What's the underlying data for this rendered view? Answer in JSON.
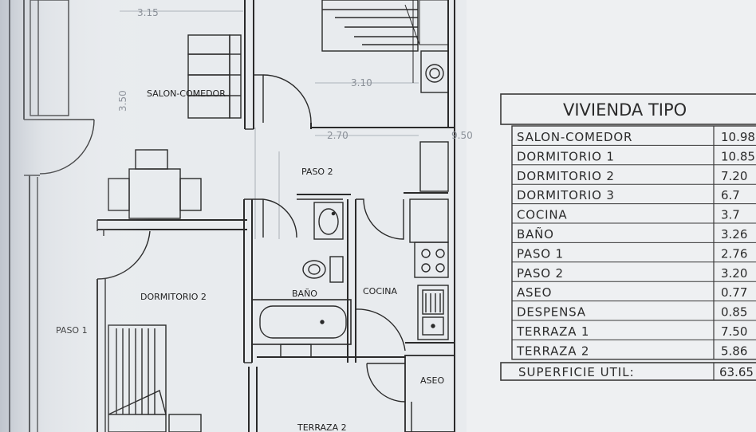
{
  "plan": {
    "rooms": {
      "salon_comedor": "SALON-COMEDOR",
      "paso2": "PASO 2",
      "dormitorio2": "DORMITORIO 2",
      "bano": "BAÑO",
      "cocina": "COCINA",
      "paso1": "PASO 1",
      "aseo": "ASEO",
      "terraza2": "TERRAZA 2"
    },
    "dimensions": {
      "d1": "3.15",
      "d2": "3.10",
      "d3": "2.70",
      "d4": "3.50",
      "d5": "9.50"
    }
  },
  "table": {
    "title": "VIVIENDA TIPO",
    "rows": [
      {
        "label": "SALON-COMEDOR",
        "value": "10.98"
      },
      {
        "label": "DORMITORIO 1",
        "value": "10.85"
      },
      {
        "label": "DORMITORIO 2",
        "value": "7.20"
      },
      {
        "label": "DORMITORIO 3",
        "value": "6.7"
      },
      {
        "label": "COCINA",
        "value": "3.7"
      },
      {
        "label": "BAÑO",
        "value": "3.26"
      },
      {
        "label": "PASO 1",
        "value": "2.76"
      },
      {
        "label": "PASO 2",
        "value": "3.20"
      },
      {
        "label": "ASEO",
        "value": "0.77"
      },
      {
        "label": "DESPENSA",
        "value": "0.85"
      },
      {
        "label": "TERRAZA 1",
        "value": "7.50"
      },
      {
        "label": "TERRAZA 2",
        "value": "5.86"
      }
    ],
    "total": {
      "label": "SUPERFICIE UTIL:",
      "value": "63.65"
    }
  }
}
